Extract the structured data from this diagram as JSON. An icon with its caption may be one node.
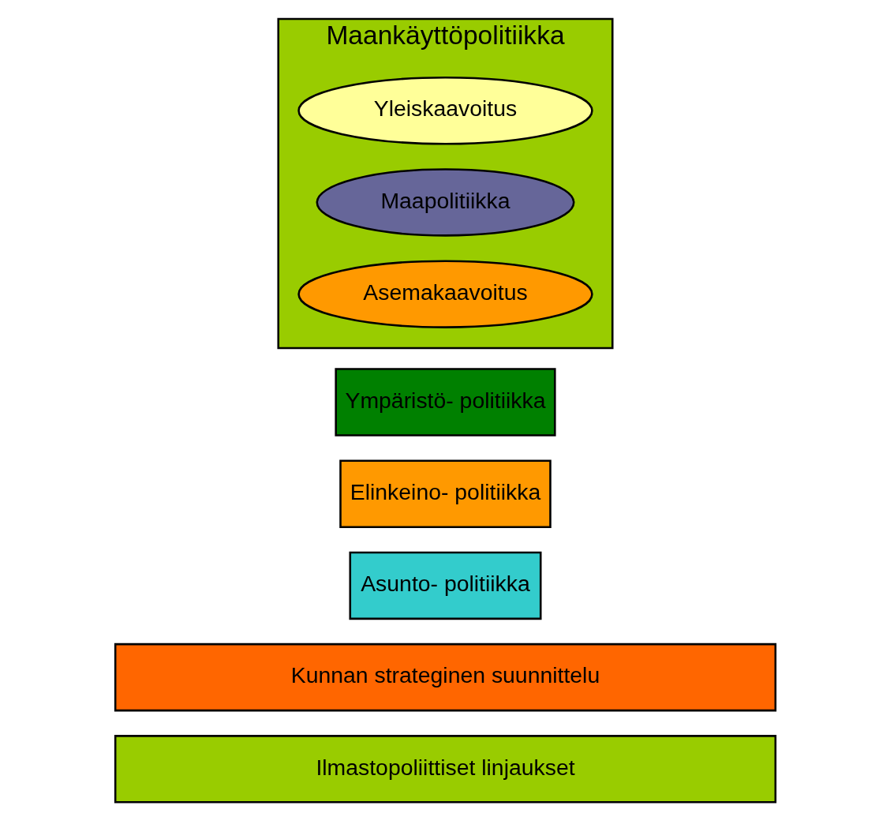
{
  "diagram": {
    "nodes": [
      {
        "text": [
          "Ilmastopoliittiset linjaukset"
        ]
      },
      {
        "text": [
          "Kunnan strateginen suunnittelu"
        ]
      },
      {
        "text": [
          "Asunto- politiikka"
        ]
      },
      {
        "text": [
          "Elinkeino- politiikka"
        ]
      },
      {
        "text": [
          "Ympäristö- politiikka"
        ]
      },
      {
        "text": [
          "Maankäyttöpolitiikka"
        ]
      },
      {
        "text": [
          "Yleiskaavoitus"
        ],
        "in": 5
      },
      {
        "text": [
          "Maapolitiikka"
        ],
        "in": 5
      },
      {
        "text": [
          "Asemakaavoitus"
        ],
        "in": 5
      }
    ]
  }
}
